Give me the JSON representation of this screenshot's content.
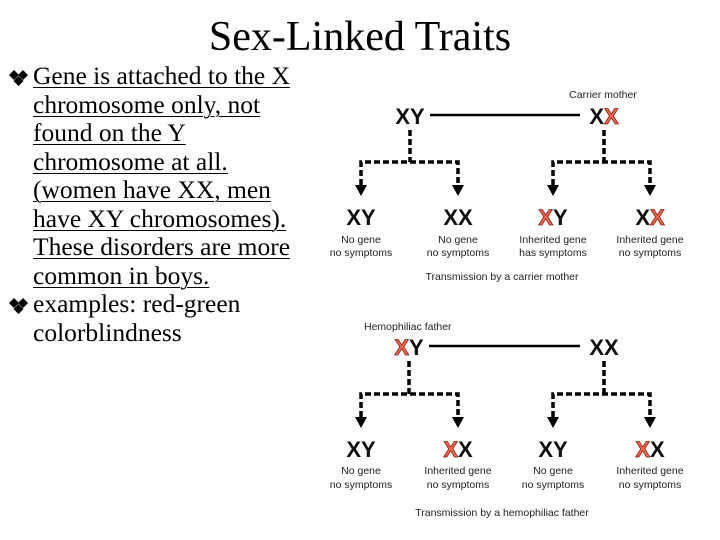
{
  "slide": {
    "title": "Sex-Linked Traits",
    "bullets": [
      {
        "text": "Gene is attached to the X chromosome only, not found on the Y chromosome at all. (women have XX, men have XY chromosomes). These disorders are more common in boys.",
        "underlined": true
      },
      {
        "text": "examples: red-green colorblindness",
        "underlined": false
      }
    ]
  },
  "diagram": {
    "colors": {
      "carrier_allele": "#ee6650",
      "normal_allele": "#111111"
    },
    "panels": [
      {
        "parent_label": "Carrier mother",
        "parent_label_side": "right",
        "parents": [
          {
            "genotype": "XY",
            "affected": []
          },
          {
            "genotype": "XX",
            "affected": [
              1
            ]
          }
        ],
        "children": [
          {
            "genotype": "XY",
            "affected": [],
            "line1": "No gene",
            "line2": "no symptoms"
          },
          {
            "genotype": "XX",
            "affected": [],
            "line1": "No gene",
            "line2": "no symptoms"
          },
          {
            "genotype": "XY",
            "affected": [
              0
            ],
            "line1": "Inherited gene",
            "line2": "has symptoms"
          },
          {
            "genotype": "XX",
            "affected": [
              1
            ],
            "line1": "Inherited gene",
            "line2": "no symptoms"
          }
        ],
        "caption": "Transmission by a carrier mother"
      },
      {
        "parent_label": "Hemophiliac father",
        "parent_label_side": "left",
        "parents": [
          {
            "genotype": "XY",
            "affected": [
              0
            ]
          },
          {
            "genotype": "XX",
            "affected": []
          }
        ],
        "children": [
          {
            "genotype": "XY",
            "affected": [],
            "line1": "No gene",
            "line2": "no symptoms"
          },
          {
            "genotype": "XX",
            "affected": [
              0
            ],
            "line1": "Inherited gene",
            "line2": "no symptoms"
          },
          {
            "genotype": "XY",
            "affected": [],
            "line1": "No gene",
            "line2": "no symptoms"
          },
          {
            "genotype": "XX",
            "affected": [
              0
            ],
            "line1": "Inherited gene",
            "line2": "no symptoms"
          }
        ],
        "caption": "Transmission by a hemophiliac father"
      }
    ]
  }
}
